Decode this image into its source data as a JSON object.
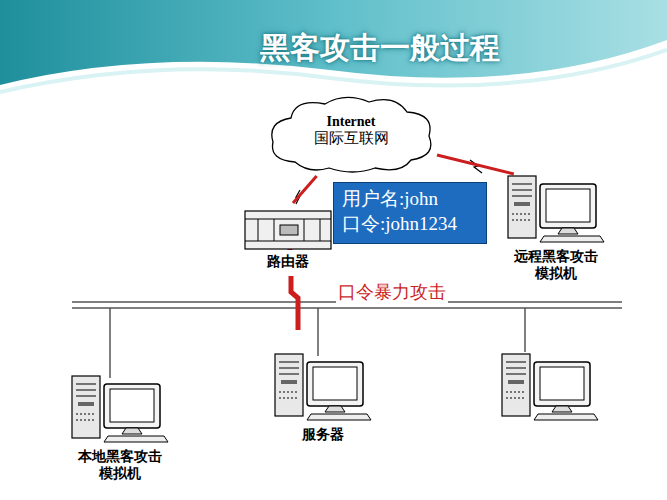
{
  "diagram": {
    "title": "黑客攻击一般过程",
    "nodes": [
      {
        "text": [
          "Internet",
          "国际互联网"
        ]
      },
      {
        "text": [
          "用户名:john",
          "口令:john1234"
        ]
      },
      {
        "text": [
          "路由器"
        ]
      },
      {
        "text": [
          "远程黑客攻击 模拟机"
        ]
      },
      {
        "text": [
          "服务器"
        ]
      },
      {
        "text": [
          "本地黑客攻击 模拟机"
        ]
      }
    ],
    "edges": [
      {
        "from": 0,
        "to": 2,
        "arrow": "none"
      },
      {
        "from": 0,
        "to": 3,
        "arrow": "none"
      }
    ],
    "labels": [
      "口令暴力攻击"
    ]
  }
}
